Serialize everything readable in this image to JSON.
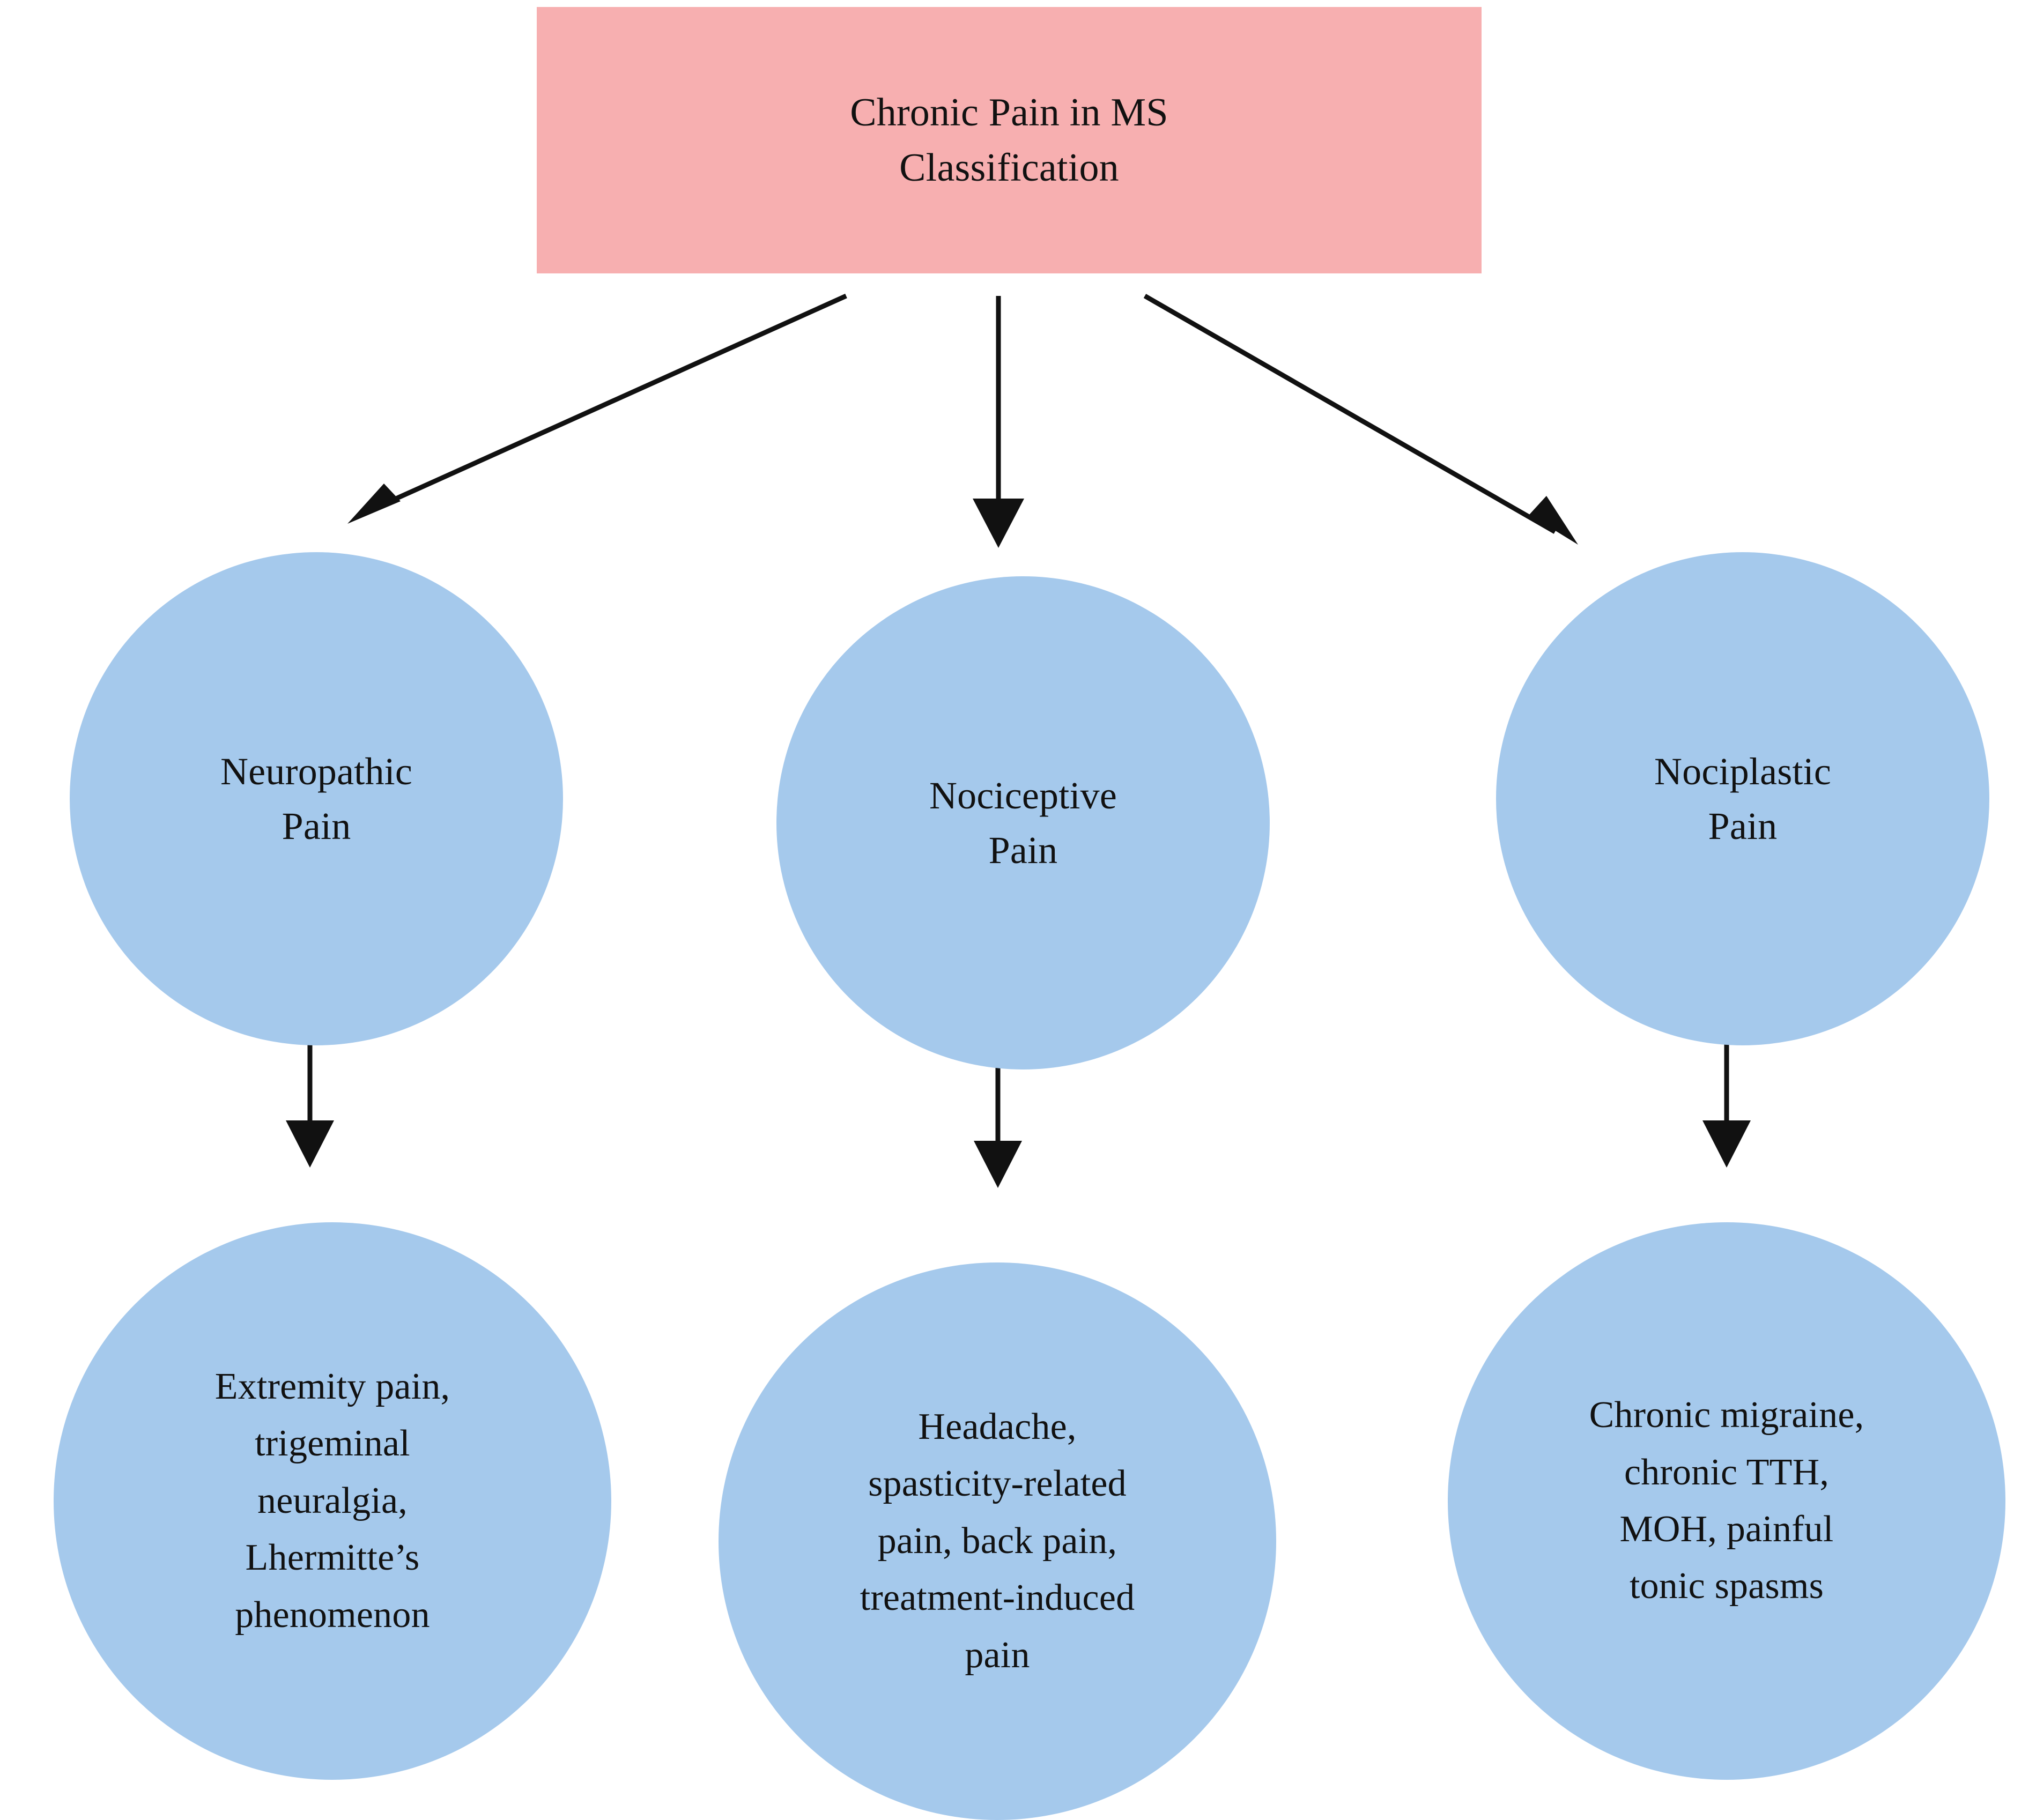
{
  "diagram": {
    "title": "Chronic Pain in MS Classification",
    "type": "flowchart",
    "colors": {
      "root_fill": "#F7AFB0",
      "node_fill": "#A5C9EC",
      "edge_stroke": "#111111",
      "text": "#111111",
      "background": "#FFFFFF"
    },
    "root": {
      "label": "Chronic Pain in MS\nClassification"
    },
    "categories": [
      {
        "id": "neuropathic",
        "label": "Neuropathic\nPain",
        "details": "Extremity pain,\ntrigeminal\nneuralgia,\nLhermitte’s\nphenomenon"
      },
      {
        "id": "nociceptive",
        "label": "Nociceptive\nPain",
        "details": "Headache,\nspasticity-related\npain, back pain,\ntreatment-induced\npain"
      },
      {
        "id": "nociplastic",
        "label": "Nociplastic\nPain",
        "details": "Chronic migraine,\nchronic TTH,\nMOH, painful\ntonic spasms"
      }
    ],
    "edges": [
      {
        "from": "root",
        "to": "neuropathic",
        "style": "arrow-diagonal-left"
      },
      {
        "from": "root",
        "to": "nociceptive",
        "style": "arrow-vertical"
      },
      {
        "from": "root",
        "to": "nociplastic",
        "style": "arrow-diagonal-right"
      },
      {
        "from": "neuropathic",
        "to": "neuropathic-details",
        "style": "arrow-vertical"
      },
      {
        "from": "nociceptive",
        "to": "nociceptive-details",
        "style": "arrow-vertical"
      },
      {
        "from": "nociplastic",
        "to": "nociplastic-details",
        "style": "arrow-vertical"
      }
    ]
  }
}
